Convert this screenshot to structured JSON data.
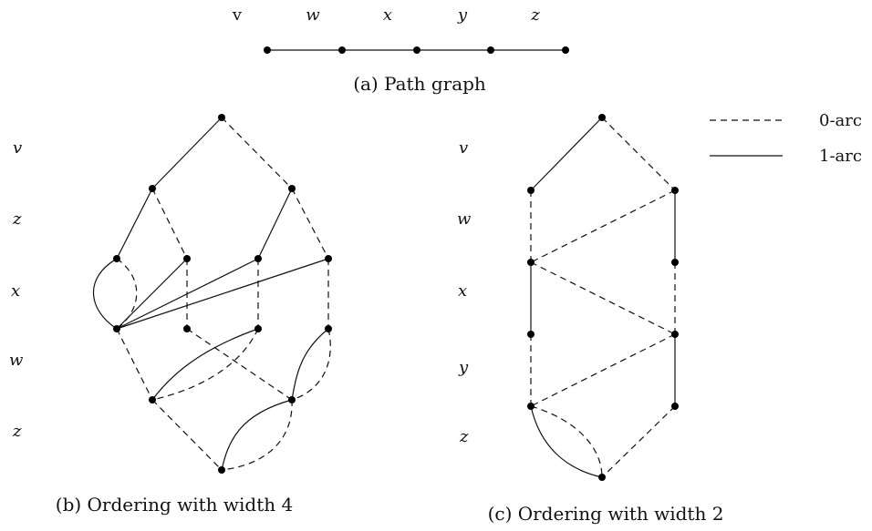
{
  "path_graph": {
    "labels": [
      "v",
      "w",
      "x",
      "y",
      "z"
    ],
    "caption": "(a) Path graph"
  },
  "diagram_b": {
    "levels": [
      "v",
      "z",
      "x",
      "w",
      "z"
    ],
    "caption": "(b) Ordering with width 4"
  },
  "diagram_c": {
    "levels": [
      "v",
      "w",
      "x",
      "y",
      "z"
    ],
    "caption": "(c) Ordering with width 2"
  },
  "legend": {
    "zero_arc": "0-arc",
    "one_arc": "1-arc"
  },
  "colors": {
    "ink": "#111111",
    "background": "#ffffff"
  }
}
